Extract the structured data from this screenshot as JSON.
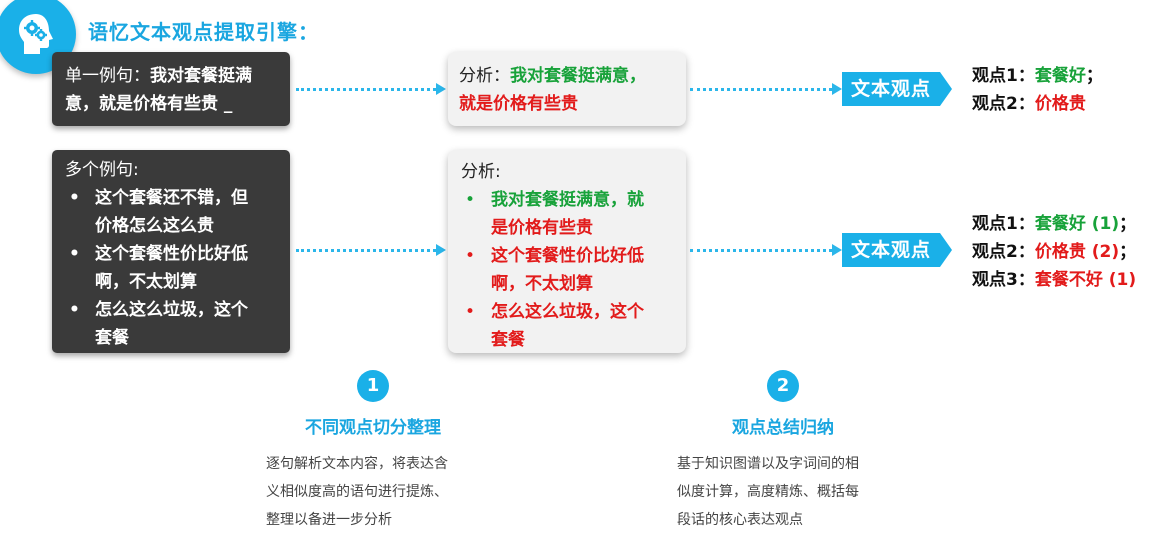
{
  "header": {
    "title": "语忆文本观点提取引擎：",
    "logo_icon": "head-gears-icon"
  },
  "example1": {
    "label": "单一例句：",
    "text_line1": "我对套餐挺满",
    "text_line2": "意，就是价格有些贵 _"
  },
  "analysis1": {
    "label": "分析：",
    "green_part": "我对套餐挺满意，",
    "red_part": "就是价格有些贵"
  },
  "tag1": "文本观点",
  "results1": [
    {
      "prefix": "观点1：",
      "value": "套餐好",
      "suffix": "；",
      "color": "#18a23a"
    },
    {
      "prefix": "观点2：",
      "value": "价格贵",
      "suffix": "",
      "color": "#e21b1b"
    }
  ],
  "example2": {
    "label": "多个例句:",
    "bullet": "•",
    "items": [
      {
        "line1": "这个套餐还不错，但",
        "line2": "价格怎么这么贵"
      },
      {
        "line1": "这个套餐性价比好低",
        "line2": "啊，不太划算"
      },
      {
        "line1": "怎么这么垃圾，这个",
        "line2": "套餐"
      }
    ]
  },
  "analysis2": {
    "label": "分析:",
    "bullet": "•",
    "items": [
      {
        "line1": "我对套餐挺满意，就",
        "line2": "是价格有些贵",
        "color1": "green",
        "color2": "red"
      },
      {
        "line1": "这个套餐性价比好低",
        "line2": "啊，不太划算",
        "color1": "red",
        "color2": "red"
      },
      {
        "line1": "怎么这么垃圾，这个",
        "line2": "套餐",
        "color1": "red",
        "color2": "red"
      }
    ]
  },
  "tag2": "文本观点",
  "results2": [
    {
      "prefix": "观点1：",
      "value": "套餐好 (1)",
      "suffix": "；",
      "color": "#18a23a"
    },
    {
      "prefix": "观点2：",
      "value": "价格贵 (2)",
      "suffix": "；",
      "color": "#e21b1b"
    },
    {
      "prefix": "观点3：",
      "value": "套餐不好 (1)",
      "suffix": "",
      "color": "#e21b1b"
    }
  ],
  "steps": [
    {
      "number": "1",
      "title": "不同观点切分整理",
      "desc": [
        "逐句解析文本内容，将表达含",
        "义相似度高的语句进行提炼、",
        "整理以备进一步分析"
      ]
    },
    {
      "number": "2",
      "title": "观点总结归纳",
      "desc": [
        "基于知识图谱以及字词间的相",
        "似度计算，高度精炼、概括每",
        "段话的核心表达观点"
      ]
    }
  ],
  "colors": {
    "accent": "#1ab0e8",
    "green": "#18a23a",
    "red": "#e21b1b",
    "dark_box": "#3a3a3a"
  }
}
